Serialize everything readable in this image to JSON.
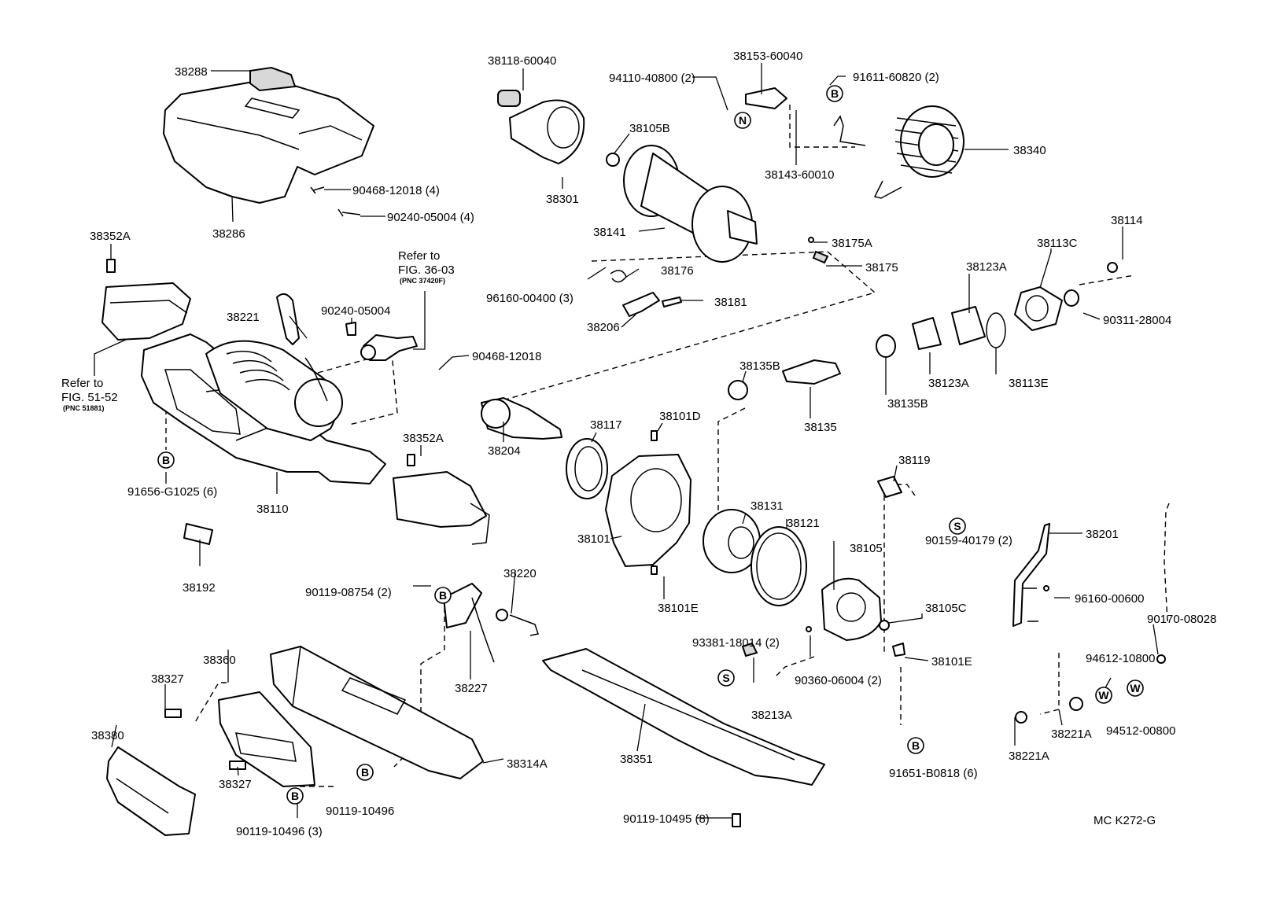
{
  "drawing_code": "MC K272-G",
  "symbols": {
    "b": "B",
    "n": "N",
    "s": "S",
    "w": "W"
  },
  "labels": {
    "p38288": "38288",
    "p38286": "38286",
    "p90468_12018_4": "90468-12018 (4)",
    "p90240_05004_4": "90240-05004 (4)",
    "p38352A_top": "38352A",
    "refer_51_1": "Refer to",
    "refer_51_2": "FIG. 51-52",
    "refer_51_3": "(PNC 51881)",
    "p38221": "38221",
    "p90240_05004": "90240-05004",
    "refer_36_1": "Refer to",
    "refer_36_2": "FIG. 36-03",
    "refer_36_3": "(PNC 37420F)",
    "p90468_12018": "90468-12018",
    "p91656_G1025_6": "91656-G1025 (6)",
    "p38110": "38110",
    "p38352A_mid": "38352A",
    "p38192": "38192",
    "p38118_60040": "38118-60040",
    "p38301": "38301",
    "p38105B": "38105B",
    "p94110_40800_2": "94110-40800 (2)",
    "p38153_60040": "38153-60040",
    "p91611_60820_2": "91611-60820 (2)",
    "p38340": "38340",
    "p38143_60010": "38143-60010",
    "p38141": "38141",
    "p38175A": "38175A",
    "p38175": "38175",
    "p96160_00400_3": "96160-00400 (3)",
    "p38176": "38176",
    "p38181": "38181",
    "p38206": "38206",
    "p38114": "38114",
    "p38113C": "38113C",
    "p38123A_top": "38123A",
    "p90311_28004": "90311-28004",
    "p38123A_bot": "38123A",
    "p38113E": "38113E",
    "p38135B_top": "38135B",
    "p38135B_bot": "38135B",
    "p38135": "38135",
    "p38204": "38204",
    "p38117": "38117",
    "p38101D": "38101D",
    "p38101": "38101",
    "p38101E_mid": "38101E",
    "p38131": "38131",
    "p38121": "38121",
    "p38105": "38105",
    "p38119": "38119",
    "p90159_40179_2": "90159-40179 (2)",
    "p38201": "38201",
    "p96160_00600": "96160-00600",
    "p38105C": "38105C",
    "p90170_08028": "90170-08028",
    "p93381_18014_2": "93381-18014 (2)",
    "p38101E_right": "38101E",
    "p90360_06004_2": "90360-06004 (2)",
    "p38213A": "38213A",
    "p91651_B0818_6": "91651-B0818 (6)",
    "p94612_10800": "94612-10800",
    "p94512_00800": "94512-00800",
    "p38221A_1": "38221A",
    "p38221A_2": "38221A",
    "p38220": "38220",
    "p90119_08754_2": "90119-08754 (2)",
    "p38227": "38227",
    "p38360": "38360",
    "p38327_top": "38327",
    "p38380": "38380",
    "p38327_bot": "38327",
    "p90119_10496_3": "90119-10496 (3)",
    "p90119_10496": "90119-10496",
    "p38314A": "38314A",
    "p38351": "38351",
    "p90119_10495_8": "90119-10495 (8)"
  }
}
